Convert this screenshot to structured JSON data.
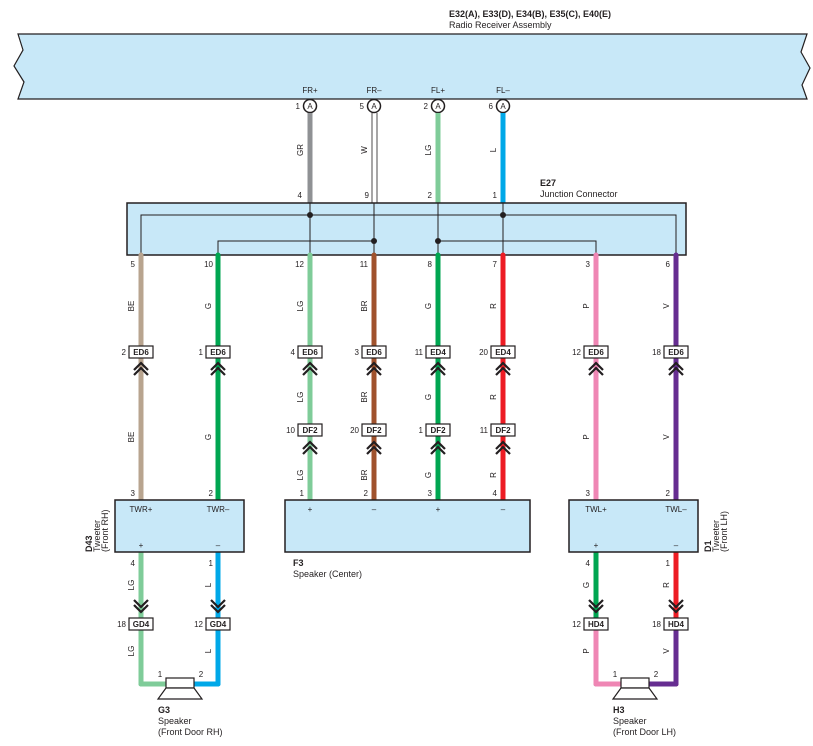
{
  "colors": {
    "gray": "#8f9194",
    "white": "#ffffff",
    "lightgreen": "#7fcc99",
    "blue": "#00a8e8",
    "beige": "#b8a48f",
    "green": "#00a651",
    "brown": "#a0522d",
    "red": "#ed1c24",
    "pink": "#ef86b4",
    "violet": "#662d91",
    "panel": "#c8e8f8",
    "line": "#231f20"
  },
  "radio": {
    "code": "E32(A), E33(D), E34(B), E35(C), E40(E)",
    "name": "Radio Receiver Assembly",
    "terminals": [
      {
        "signal": "FR+",
        "pin": "1",
        "letter": "A",
        "wire": "GR",
        "jc_pin": "4"
      },
      {
        "signal": "FR–",
        "pin": "5",
        "letter": "A",
        "wire": "W",
        "jc_pin": "9"
      },
      {
        "signal": "FL+",
        "pin": "2",
        "letter": "A",
        "wire": "LG",
        "jc_pin": "2"
      },
      {
        "signal": "FL–",
        "pin": "6",
        "letter": "A",
        "wire": "L",
        "jc_pin": "1"
      }
    ]
  },
  "junction": {
    "code": "E27",
    "name": "Junction Connector"
  },
  "columns": [
    {
      "jc_pin": "5",
      "wire": "BE",
      "c1_pin": "2",
      "c1": "ED6",
      "wire2": "BE"
    },
    {
      "jc_pin": "10",
      "wire": "G",
      "c1_pin": "1",
      "c1": "ED6",
      "wire2": "G"
    },
    {
      "jc_pin": "12",
      "wire": "LG",
      "c1_pin": "4",
      "c1": "ED6",
      "wire2": "LG",
      "c2_pin": "10",
      "c2": "DF2",
      "wire3": "LG"
    },
    {
      "jc_pin": "11",
      "wire": "BR",
      "c1_pin": "3",
      "c1": "ED6",
      "wire2": "BR",
      "c2_pin": "20",
      "c2": "DF2",
      "wire3": "BR"
    },
    {
      "jc_pin": "8",
      "wire": "G",
      "c1_pin": "11",
      "c1": "ED4",
      "wire2": "G",
      "c2_pin": "1",
      "c2": "DF2",
      "wire3": "G"
    },
    {
      "jc_pin": "7",
      "wire": "R",
      "c1_pin": "20",
      "c1": "ED4",
      "wire2": "R",
      "c2_pin": "11",
      "c2": "DF2",
      "wire3": "R"
    },
    {
      "jc_pin": "3",
      "wire": "P",
      "c1_pin": "12",
      "c1": "ED6",
      "wire2": "P"
    },
    {
      "jc_pin": "6",
      "wire": "V",
      "c1_pin": "18",
      "c1": "ED6",
      "wire2": "V"
    }
  ],
  "tweeter_rh": {
    "code": "D43",
    "name": "Tweeter",
    "sub": "(Front RH)",
    "top_pins": [
      "3",
      "2"
    ],
    "labels": [
      "TWR+",
      "TWR–"
    ],
    "polarity": [
      "+",
      "–"
    ],
    "bottom_pins": [
      "4",
      "1"
    ],
    "wires": [
      "LG",
      "L"
    ],
    "conn_pins": [
      "18",
      "12"
    ],
    "conn": [
      "GD4",
      "GD4"
    ],
    "wires2": [
      "LG",
      "L"
    ]
  },
  "center": {
    "code": "F3",
    "name": "Speaker (Center)",
    "pins": [
      "1",
      "2",
      "3",
      "4"
    ],
    "polarity": [
      "+",
      "–",
      "+",
      "–"
    ]
  },
  "tweeter_lh": {
    "code": "D1",
    "name": "Tweeter",
    "sub": "(Front LH)",
    "top_pins": [
      "3",
      "2"
    ],
    "labels": [
      "TWL+",
      "TWL–"
    ],
    "polarity": [
      "+",
      "–"
    ],
    "bottom_pins": [
      "4",
      "1"
    ],
    "wires": [
      "G",
      "R"
    ],
    "conn_pins": [
      "12",
      "18"
    ],
    "conn": [
      "HD4",
      "HD4"
    ],
    "wires2": [
      "P",
      "V"
    ]
  },
  "speaker_rh": {
    "code": "G3",
    "name": "Speaker",
    "sub": "(Front Door RH)",
    "pins": [
      "1",
      "2"
    ]
  },
  "speaker_lh": {
    "code": "H3",
    "name": "Speaker",
    "sub": "(Front Door LH)",
    "pins": [
      "1",
      "2"
    ]
  }
}
